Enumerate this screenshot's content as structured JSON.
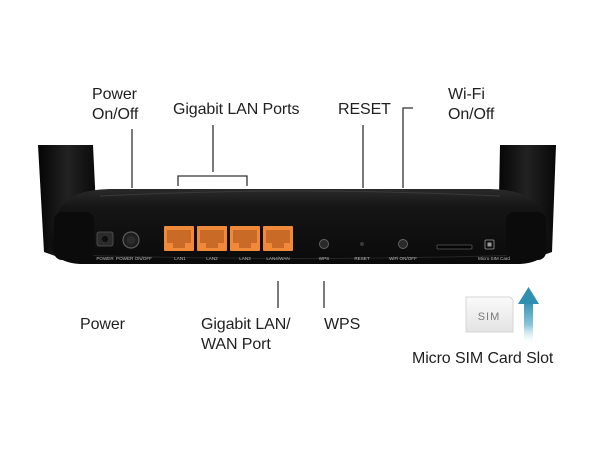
{
  "callouts": {
    "power_onoff": "Power\nOn/Off",
    "gigabit_lan_ports": "Gigabit LAN Ports",
    "reset": "RESET",
    "wifi_onoff": "Wi-Fi\nOn/Off",
    "power": "Power",
    "gigabit_lan_wan": "Gigabit LAN/\nWAN Port",
    "wps": "WPS",
    "micro_sim_slot": "Micro SIM Card Slot"
  },
  "panel_labels": {
    "power": "POWER",
    "power_onoff": "POWER ON/OFF",
    "lan1": "LAN1",
    "lan2": "LAN2",
    "lan3": "LAN3",
    "lan4wan": "LAN4/WAN",
    "wps": "WPS",
    "reset": "RESET",
    "wifi_onoff": "WiFi ON/OFF",
    "micro_sim_card": "Micro SIM Card"
  },
  "sim_card": {
    "label": "SIM"
  },
  "colors": {
    "router_body": "#121212",
    "port_orange": "#f08a3a",
    "arrow_teal": "#2f8fb0",
    "leader_line": "#333333"
  }
}
